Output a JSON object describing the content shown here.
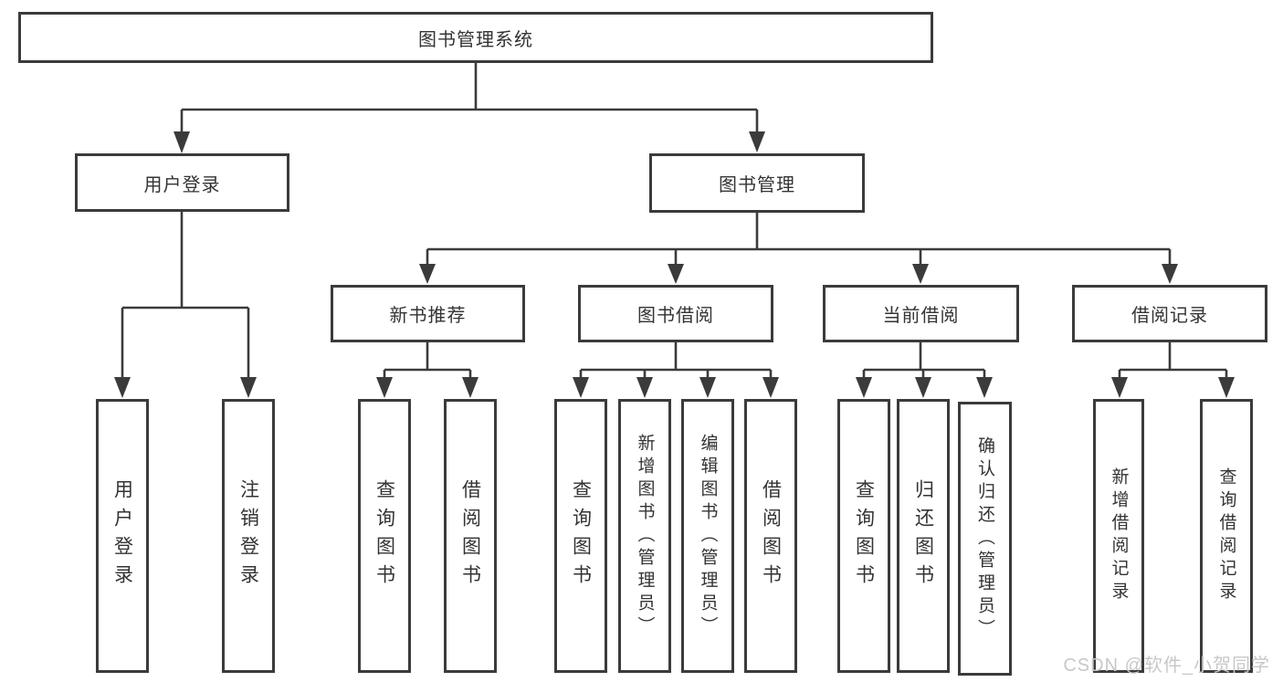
{
  "tree": {
    "root": {
      "label": "图书管理系统"
    },
    "branches": [
      {
        "label": "用户登录",
        "children": [
          {
            "label": "用户登录"
          },
          {
            "label": "注销登录"
          }
        ]
      },
      {
        "label": "图书管理",
        "children": [
          {
            "label": "新书推荐",
            "children": [
              {
                "label": "查询图书"
              },
              {
                "label": "借阅图书"
              }
            ]
          },
          {
            "label": "图书借阅",
            "children": [
              {
                "label": "查询图书"
              },
              {
                "label": "新增图书（管理员）"
              },
              {
                "label": "编辑图书（管理员）"
              },
              {
                "label": "借阅图书"
              }
            ]
          },
          {
            "label": "当前借阅",
            "children": [
              {
                "label": "查询图书"
              },
              {
                "label": "归还图书"
              },
              {
                "label": "确认归还（管理员）"
              }
            ]
          },
          {
            "label": "借阅记录",
            "children": [
              {
                "label": "新增借阅记录"
              },
              {
                "label": "查询借阅记录"
              }
            ]
          }
        ]
      }
    ]
  },
  "watermark": {
    "text": "CSDN @软件_小贺同学"
  },
  "colors": {
    "line": "#3b3b3b",
    "text": "#333333",
    "watermark": "#c8c8c8",
    "background": "#ffffff"
  }
}
